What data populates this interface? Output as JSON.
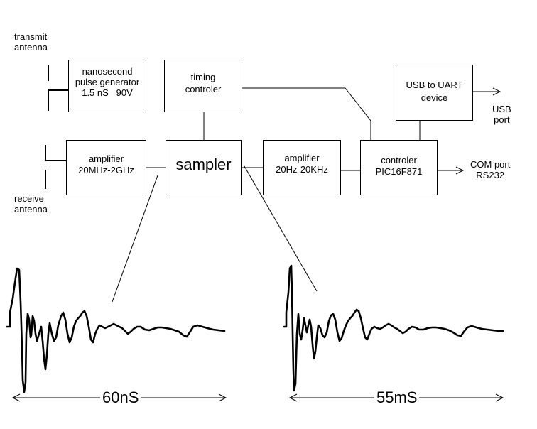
{
  "labels": {
    "transmit_antenna_line1": "transmit",
    "transmit_antenna_line2": "antenna",
    "receive_antenna_line1": "receive",
    "receive_antenna_line2": "antenna",
    "usb_port_line1": "USB",
    "usb_port_line2": "port",
    "com_port_line1": "COM port",
    "com_port_line2": "RS232"
  },
  "blocks": {
    "pulse_generator": {
      "line1": "nanosecond",
      "line2": "pulse generator",
      "line3": "1.5 nS   90V"
    },
    "timing_controller": {
      "line1": "timing",
      "line2": "controler"
    },
    "usb_uart": {
      "line1": "USB to UART",
      "line2": "device"
    },
    "rf_amplifier": {
      "line1": "amplifier",
      "line2": "20MHz-2GHz"
    },
    "sampler": {
      "line1": "sampler"
    },
    "af_amplifier": {
      "line1": "amplifier",
      "line2": "20Hz-20KHz"
    },
    "controller": {
      "line1": "controler",
      "line2": "PIC16F871"
    }
  },
  "waveforms": {
    "left_span": "60nS",
    "right_span": "55mS"
  }
}
